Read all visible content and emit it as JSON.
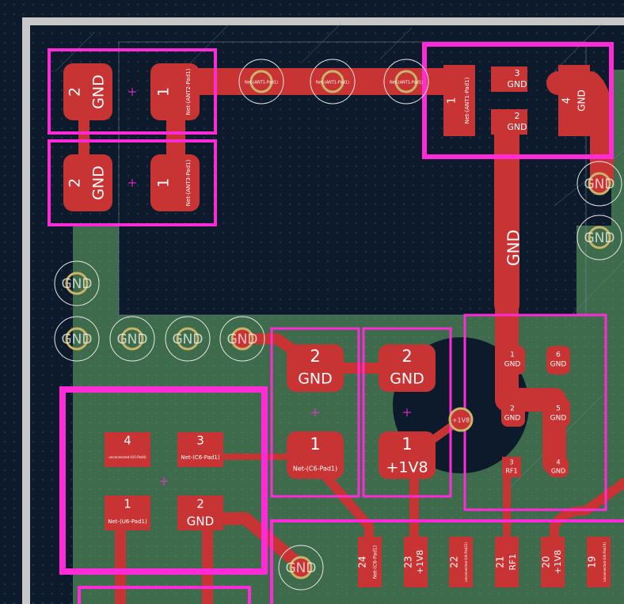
{
  "colors": {
    "background": "#0d1a2b",
    "dot": "#2f4a66",
    "edge": "#c8c8c8",
    "copper_fill": "#3d6b4c",
    "copper": "#c83434",
    "courtyard": "#ff2bd6",
    "silk": "#e0e0e0",
    "via_ring": "#c8b46a",
    "via_hole": "#dcd090"
  },
  "labels": {
    "gnd": "GND",
    "v1v8": "+1V8",
    "rf1": "RF1",
    "n1": "1",
    "n2": "2",
    "n3": "3",
    "n4": "4",
    "n5": "5",
    "n6": "6",
    "n19": "19",
    "n20": "20",
    "n21": "21",
    "n22": "22",
    "n23": "23",
    "n24": "24",
    "net_ant1": "Net-(ANT1-Pad1)",
    "net_ant2": "Net-(ANT2-Pad1)",
    "net_ant3": "Net-(ANT3-Pad1)",
    "net_c6": "Net-(C6-Pad1)",
    "net_c6b": "Net-(C6-Pad1)",
    "net_u6": "Net-(U6-Pad1)",
    "unconnected_a": "unconnected-(U5-Pad4)",
    "unconnected_b": "unconnected-(U4-Pad22)",
    "unconnected_c": "unconnected-(U4-Pad19)",
    "via_net_a": "Net-(ANT1-Pad1)",
    "via_net_b": "Net-(ANT1-Pad1)",
    "via_net_c": "Net-(ANT1-Pad1)",
    "via_1v8": "+1V8"
  }
}
